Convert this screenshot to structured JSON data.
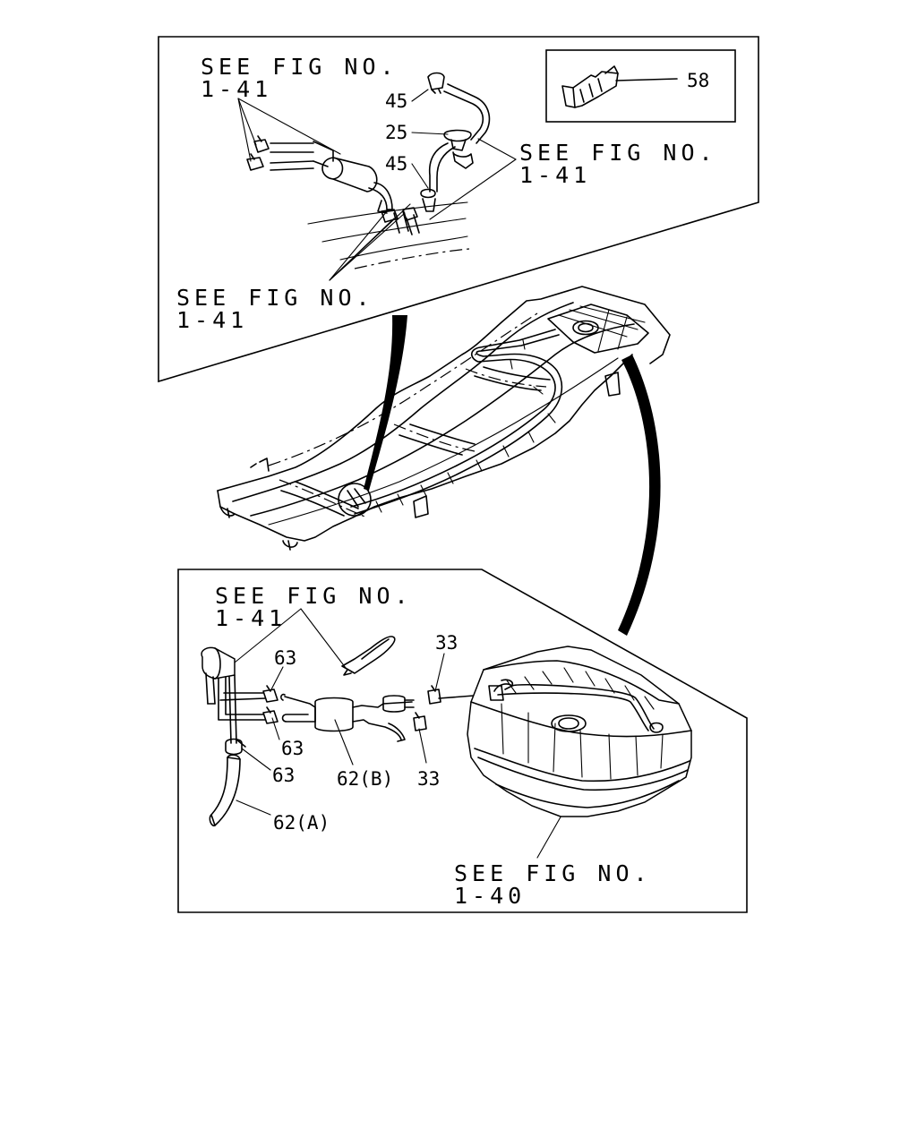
{
  "refs": {
    "top_left_a": [
      "SEE FIG NO.",
      "1-41"
    ],
    "top_right": [
      "SEE FIG NO.",
      "1-41"
    ],
    "top_left_b": [
      "SEE FIG NO.",
      "1-41"
    ],
    "bottom_left": [
      "SEE FIG NO.",
      "1-41"
    ],
    "bottom_tank": [
      "SEE FIG NO.",
      "1-40"
    ]
  },
  "callouts": {
    "p45_upper": "45",
    "p25": "25",
    "p45_lower": "45",
    "p58": "58",
    "p63_upper": "63",
    "p63_middle": "63",
    "p63_lower": "63",
    "p33_upper": "33",
    "p33_lower": "33",
    "p62b": "62(B)",
    "p62a": "62(A)"
  }
}
